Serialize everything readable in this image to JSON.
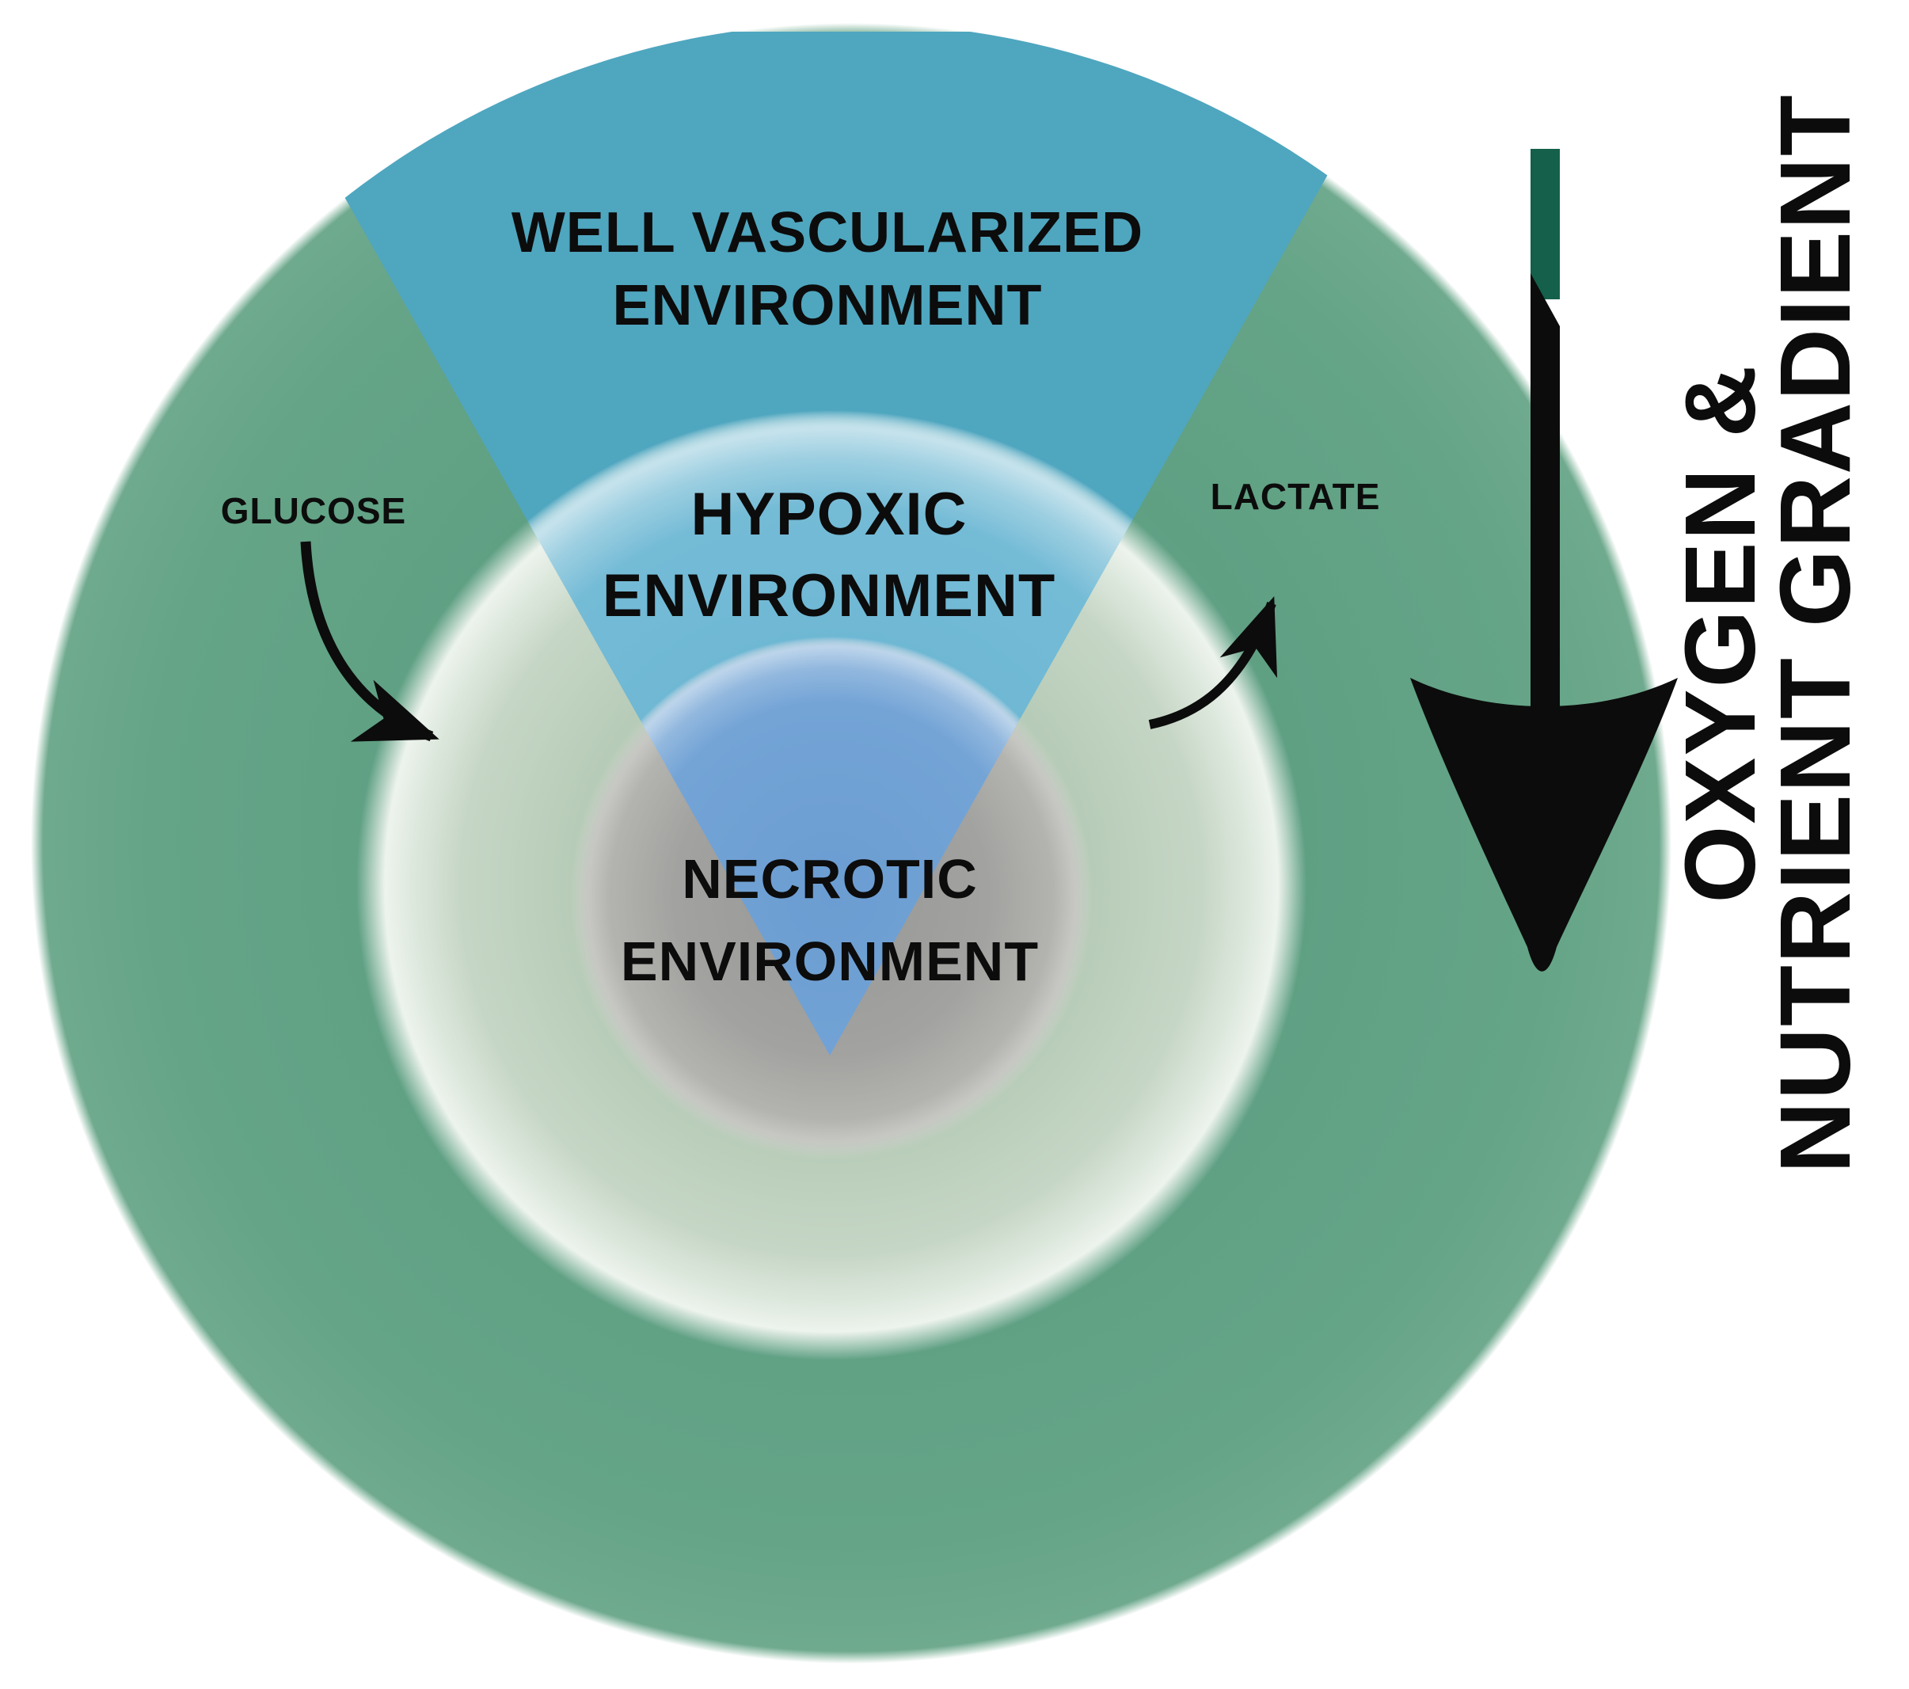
{
  "figure": {
    "type": "tumor-microenvironment-concentric-zones-diagram",
    "zones": {
      "outer": {
        "line1": "WELL VASCULARIZED",
        "line2": "ENVIRONMENT"
      },
      "middle": {
        "line1": "HYPOXIC",
        "line2": "ENVIRONMENT"
      },
      "inner": {
        "line1": "NECROTIC",
        "line2": "ENVIRONMENT"
      }
    },
    "annotations": {
      "glucose": "GLUCOSE",
      "lactate": "LACTATE"
    },
    "gradient_axis": {
      "line1": "OXYGEN &",
      "line2": "NUTRIENT GRADIENT"
    },
    "colors": {
      "background": "#ffffff",
      "outer_circle_green": "#5fa083",
      "middle_circle_sage": "#bccfbd",
      "inner_circle_gray": "#a2a2a0",
      "wedge_teal": "#4fa6bf",
      "wedge_over_middle_blue": "#69b5d2",
      "wedge_over_inner_blue": "#6d9fd3",
      "arrow_and_text_black": "#0c0c0c",
      "gradient_arrow_green_tip": "#15604a"
    }
  }
}
